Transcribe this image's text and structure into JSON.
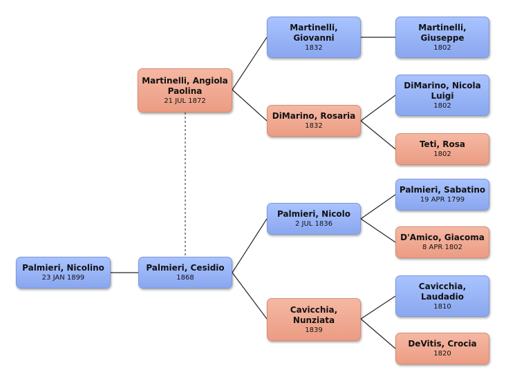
{
  "colors": {
    "male": "#95b0f5",
    "female": "#f0a58d",
    "line": "#222222"
  },
  "people": {
    "nicolino": {
      "name": "Palmieri, Nicolino",
      "date": "23 JAN 1899",
      "sex": "male"
    },
    "cesidio": {
      "name": "Palmieri, Cesidio",
      "date": "1868",
      "sex": "male"
    },
    "angiola": {
      "name": "Martinelli, Angiola Paolina",
      "date": "21 JUL 1872",
      "sex": "female"
    },
    "giovanni": {
      "name": "Martinelli, Giovanni",
      "date": "1832",
      "sex": "male"
    },
    "rosaria": {
      "name": "DiMarino, Rosaria",
      "date": "1832",
      "sex": "female"
    },
    "giuseppe": {
      "name": "Martinelli, Giuseppe",
      "date": "1802",
      "sex": "male"
    },
    "nicola": {
      "name": "DiMarino, Nicola Luigi",
      "date": "1802",
      "sex": "male"
    },
    "rosa": {
      "name": "Teti, Rosa",
      "date": "1802",
      "sex": "female"
    },
    "nicolo": {
      "name": "Palmieri, Nicolo",
      "date": "2 JUL 1836",
      "sex": "male"
    },
    "nunziata": {
      "name": "Cavicchia, Nunziata",
      "date": "1839",
      "sex": "female"
    },
    "sabatino": {
      "name": "Palmieri, Sabatino",
      "date": "19 APR 1799",
      "sex": "male"
    },
    "giacoma": {
      "name": "D'Amico, Giacoma",
      "date": "8 APR 1802",
      "sex": "female"
    },
    "laudadio": {
      "name": "Cavicchia, Laudadio",
      "date": "1810",
      "sex": "male"
    },
    "crocia": {
      "name": "DeVitis, Crocia",
      "date": "1820",
      "sex": "female"
    }
  }
}
